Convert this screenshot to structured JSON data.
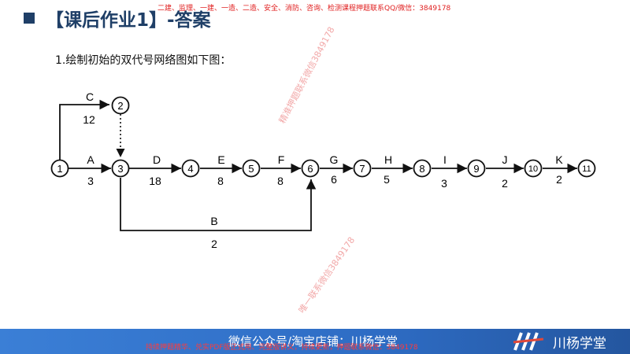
{
  "header": {
    "title": "【课后作业1】-答案",
    "top_ad": "二建、监理、一建、一造、二造、安全、消防、咨询、检测课程押题联系QQ/微信：3849178"
  },
  "subtitle": "1.绘制初始的双代号网络图如下图：",
  "watermarks": {
    "top": "精准押题联系微信3849178",
    "bottom": "唯一联系微信3849178"
  },
  "network": {
    "nodes": [
      "1",
      "2",
      "3",
      "4",
      "5",
      "6",
      "7",
      "8",
      "9",
      "10",
      "11"
    ],
    "activities": [
      {
        "name": "C",
        "duration": "12",
        "from": "1",
        "to": "2"
      },
      {
        "name": "A",
        "duration": "3",
        "from": "1",
        "to": "3"
      },
      {
        "name": "D",
        "duration": "18",
        "from": "3",
        "to": "4"
      },
      {
        "name": "E",
        "duration": "8",
        "from": "4",
        "to": "5"
      },
      {
        "name": "F",
        "duration": "8",
        "from": "5",
        "to": "6"
      },
      {
        "name": "G",
        "duration": "6",
        "from": "6",
        "to": "7"
      },
      {
        "name": "H",
        "duration": "5",
        "from": "7",
        "to": "8"
      },
      {
        "name": "I",
        "duration": "3",
        "from": "8",
        "to": "9"
      },
      {
        "name": "J",
        "duration": "2",
        "from": "9",
        "to": "10"
      },
      {
        "name": "K",
        "duration": "2",
        "from": "10",
        "to": "11"
      },
      {
        "name": "B",
        "duration": "2",
        "from": "3",
        "to": "6"
      }
    ],
    "dummy": {
      "from": "2",
      "to": "3"
    }
  },
  "footer": {
    "text": "微信公众号/淘宝店铺：川杨学堂",
    "ad": "持续押题精华、兑实PDF版正式用、完整版讲义，持续更新，押题联系微信：3849178",
    "brand": "川杨学堂",
    "colors": {
      "bar": "#2e6cc4",
      "ad": "#ff3b3b"
    }
  }
}
